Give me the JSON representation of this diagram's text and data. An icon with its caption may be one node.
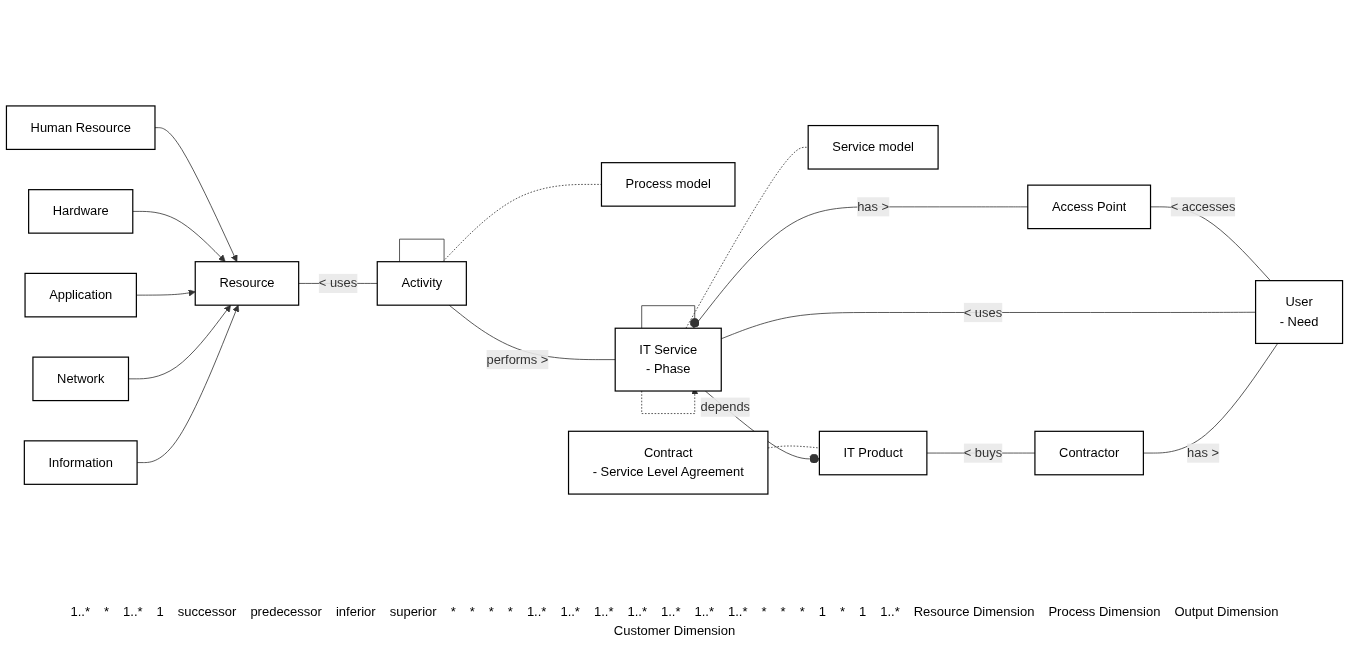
{
  "diagram": {
    "nodes": [
      {
        "text": [
          "Information"
        ]
      },
      {
        "text": [
          "Network"
        ]
      },
      {
        "text": [
          "Application"
        ]
      },
      {
        "text": [
          "Hardware"
        ]
      },
      {
        "text": [
          "Human Resource"
        ]
      },
      {
        "text": [
          "Resource"
        ]
      },
      {
        "text": [
          "Process model"
        ]
      },
      {
        "text": [
          "Activity"
        ]
      },
      {
        "text": [
          "Service model"
        ]
      },
      {
        "text": [
          "IT Service",
          "- Phase"
        ]
      },
      {
        "text": [
          "IT Product"
        ]
      },
      {
        "text": [
          "Contractor"
        ]
      },
      {
        "text": [
          "Contract",
          "- Service Level Agreement"
        ]
      },
      {
        "text": [
          "User",
          "- Need"
        ]
      },
      {
        "text": [
          "Access Point"
        ]
      }
    ],
    "edges": [
      {
        "from": 0,
        "to": 5,
        "arrow": "to"
      },
      {
        "from": 1,
        "to": 5,
        "arrow": "to"
      },
      {
        "from": 2,
        "to": 5,
        "arrow": "to"
      },
      {
        "from": 3,
        "to": 5,
        "arrow": "to"
      },
      {
        "from": 4,
        "to": 5,
        "arrow": "to"
      },
      {
        "from": 5,
        "to": 7,
        "label": "< uses",
        "arrow": "none"
      },
      {
        "from": 7,
        "to": 7,
        "arrow": "none"
      },
      {
        "from": 7,
        "to": 6,
        "arrow": "none",
        "style": "dashed"
      },
      {
        "from": 7,
        "to": 9,
        "label": "performs >",
        "arrow": "none"
      },
      {
        "from": 9,
        "to": 9,
        "arrow": "other"
      },
      {
        "from": 9,
        "to": 8,
        "arrow": "none",
        "style": "dashed"
      },
      {
        "from": 9,
        "to": 9,
        "label": "depends",
        "arrow": "to",
        "style": "dashed"
      },
      {
        "from": 9,
        "to": 10,
        "arrow": "other"
      },
      {
        "from": 10,
        "to": 11,
        "label": "< buys",
        "arrow": "none"
      },
      {
        "from": 12,
        "to": 10,
        "arrow": "none",
        "style": "dashed"
      },
      {
        "from": 11,
        "to": 13,
        "label": "has >",
        "arrow": "none"
      },
      {
        "from": 9,
        "to": 13,
        "label": "< uses",
        "arrow": "none"
      },
      {
        "from": 9,
        "to": 14,
        "label": "has >",
        "arrow": "none"
      },
      {
        "from": 14,
        "to": 13,
        "label": "< accesses",
        "arrow": "none"
      }
    ],
    "labels": [
      "1..*",
      "*",
      "1..*",
      "1",
      "successor",
      "predecessor",
      "inferior",
      "superior",
      "*",
      "*",
      "*",
      "*",
      "1..*",
      "1..*",
      "1..*",
      "1..*",
      "1..*",
      "1..*",
      "1..*",
      "*",
      "*",
      "*",
      "1",
      "*",
      "1",
      "1..*",
      "Resource Dimension",
      "Process Dimension",
      "Output Dimension",
      "Customer Dimension"
    ]
  }
}
